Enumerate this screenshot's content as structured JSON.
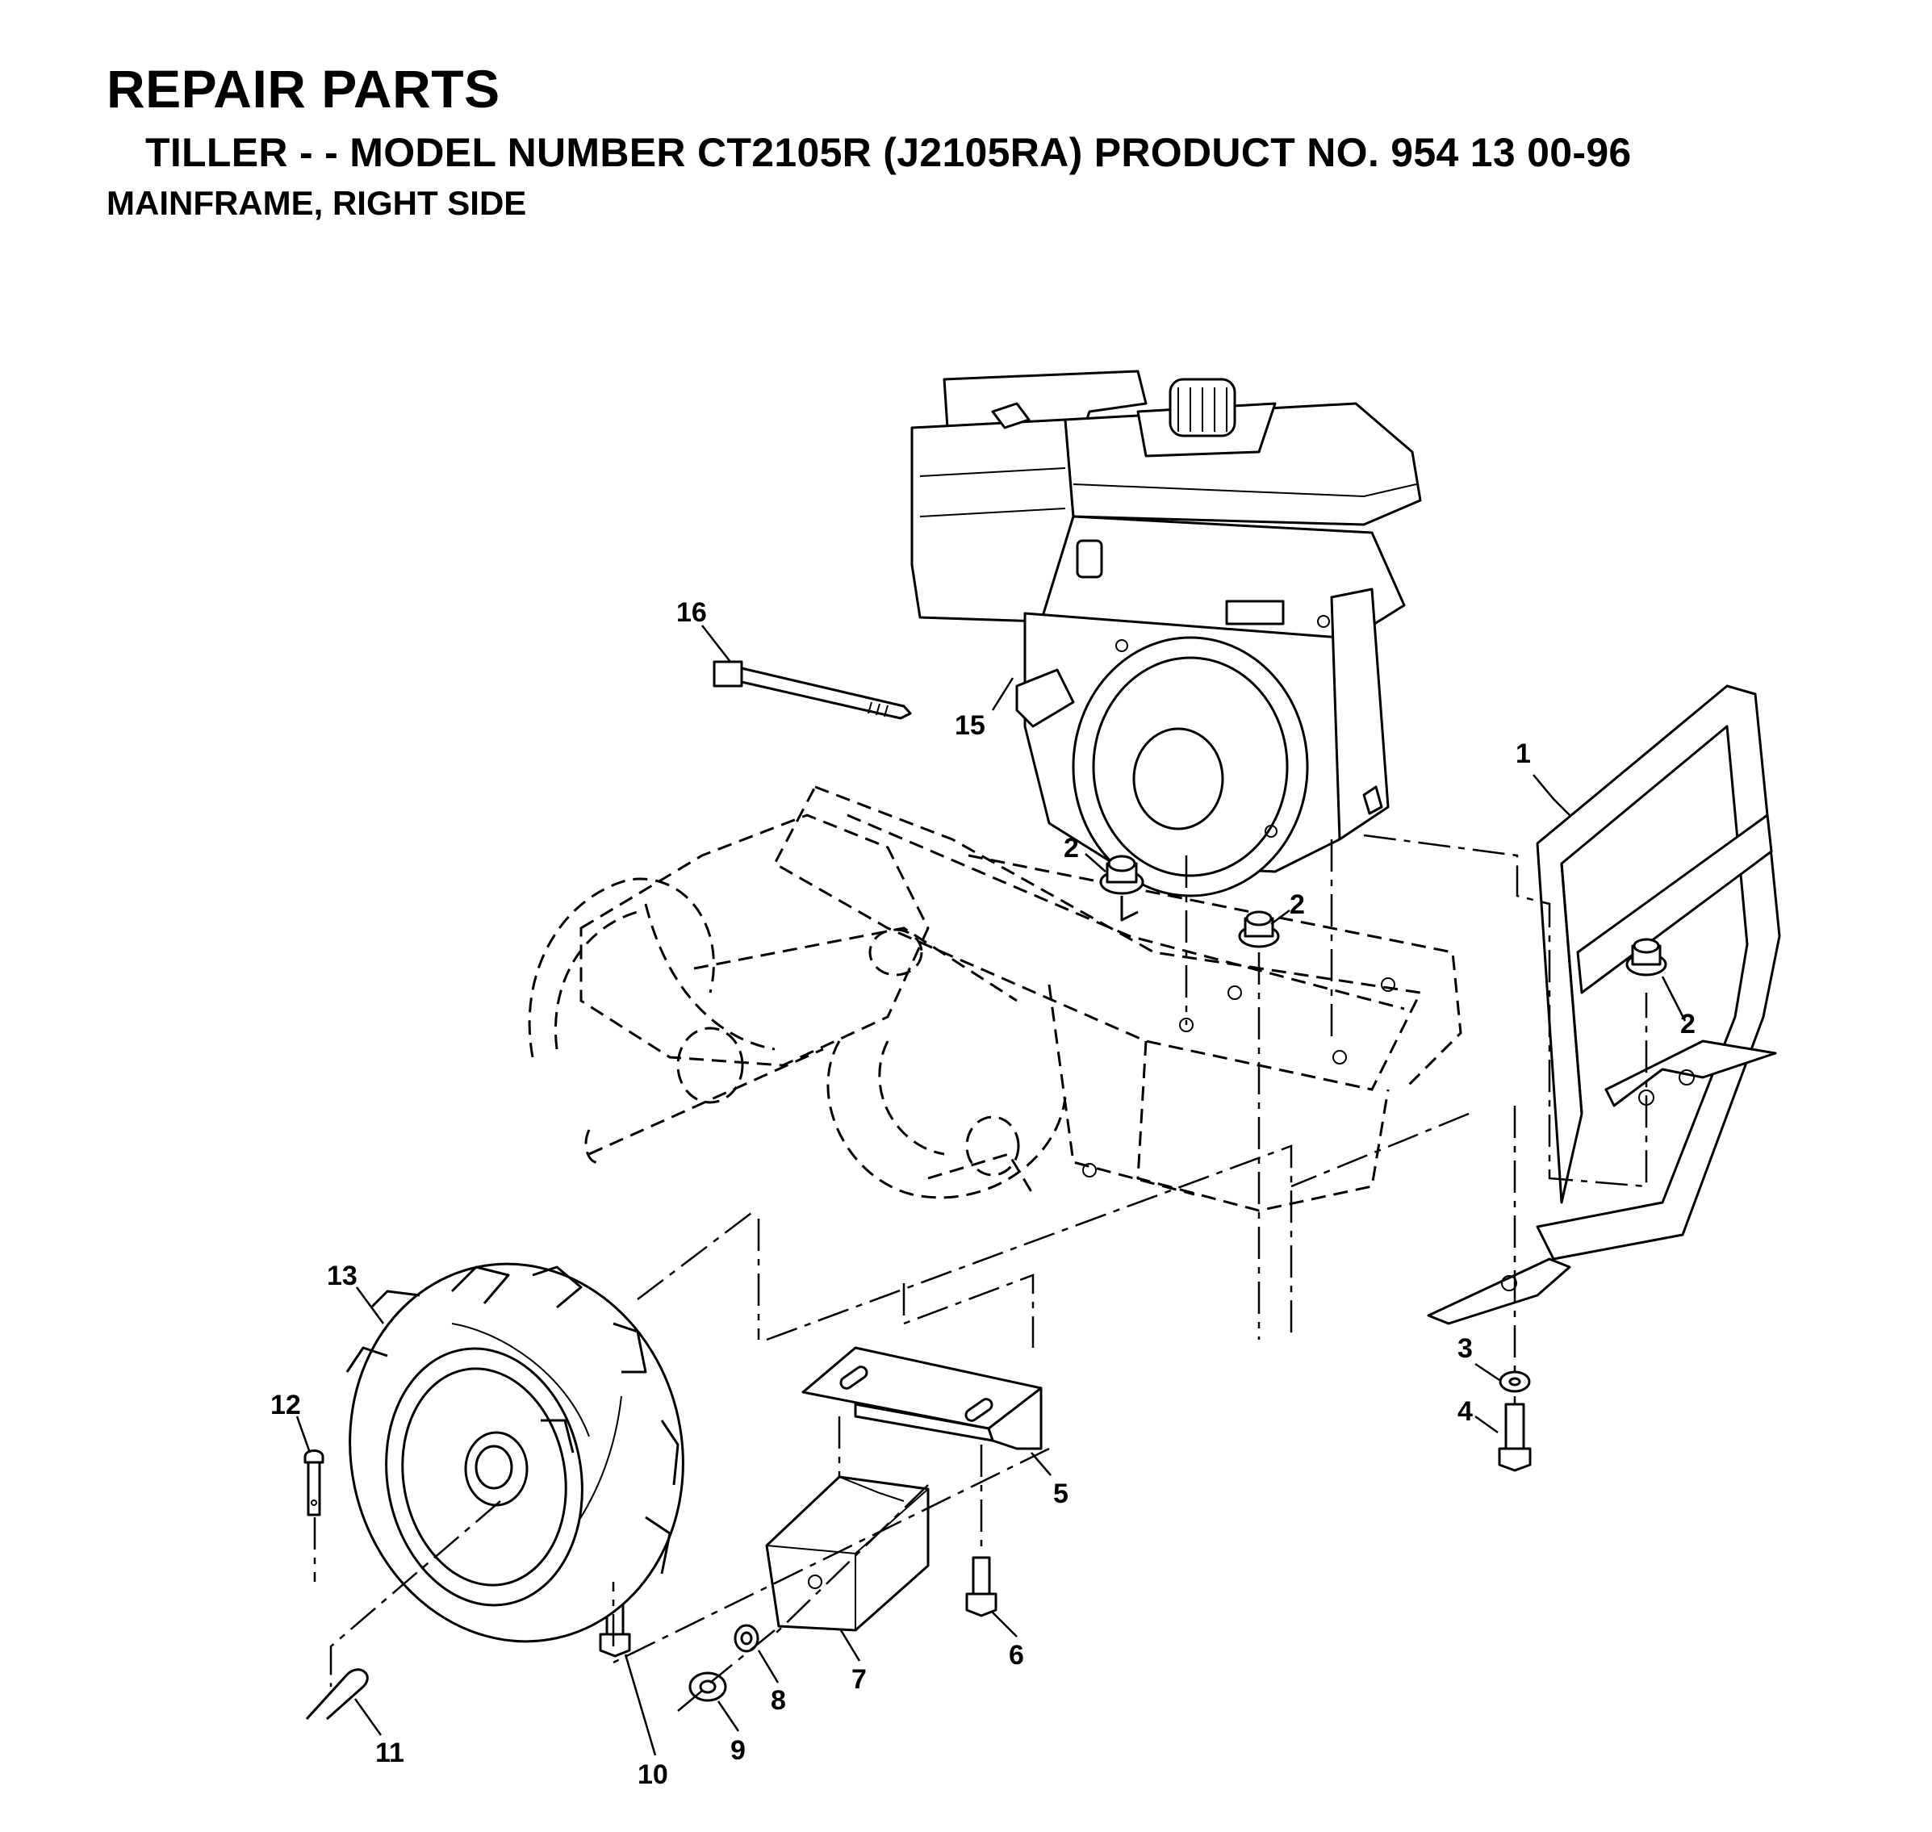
{
  "header": {
    "title": "REPAIR PARTS",
    "subtitle": "TILLER - - MODEL NUMBER CT2105R (J2105RA) PRODUCT NO. 954 13 00-96",
    "section": "MAINFRAME, RIGHT SIDE"
  },
  "callouts": {
    "c1": "1",
    "c2a": "2",
    "c2b": "2",
    "c2c": "2",
    "c3": "3",
    "c4": "4",
    "c5": "5",
    "c6": "6",
    "c7": "7",
    "c8": "8",
    "c9": "9",
    "c10": "10",
    "c11": "11",
    "c12": "12",
    "c13": "13",
    "c15": "15",
    "c16": "16"
  },
  "parts": [
    {
      "ref": "1",
      "name": "handle-bumper-icon"
    },
    {
      "ref": "2",
      "name": "flange-nut-icon"
    },
    {
      "ref": "3",
      "name": "washer-icon"
    },
    {
      "ref": "4",
      "name": "bolt-icon"
    },
    {
      "ref": "5",
      "name": "bracket-icon"
    },
    {
      "ref": "6",
      "name": "bolt-icon"
    },
    {
      "ref": "7",
      "name": "weight-block-icon"
    },
    {
      "ref": "8",
      "name": "lock-washer-icon"
    },
    {
      "ref": "9",
      "name": "nut-icon"
    },
    {
      "ref": "10",
      "name": "bolt-icon"
    },
    {
      "ref": "11",
      "name": "hairpin-clip-icon"
    },
    {
      "ref": "12",
      "name": "clevis-pin-icon"
    },
    {
      "ref": "13",
      "name": "wheel-tire-icon"
    },
    {
      "ref": "15",
      "name": "engine-icon"
    },
    {
      "ref": "16",
      "name": "cable-tie-icon"
    }
  ]
}
